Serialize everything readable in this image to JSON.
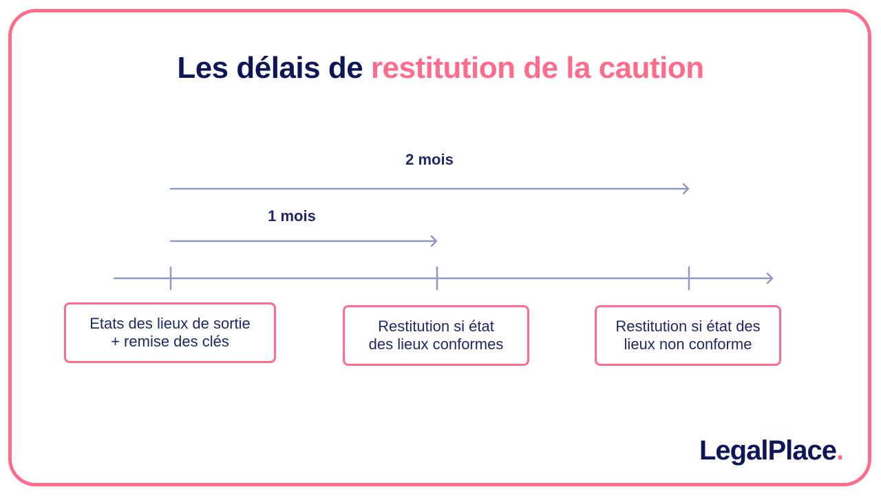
{
  "title": {
    "part1": "Les délais de ",
    "part2": "restitution de la caution"
  },
  "colors": {
    "navy": "#0f1657",
    "pink": "#ff6b8a",
    "line": "#9097c8",
    "label_text": "#1f2766"
  },
  "durations": [
    {
      "label": "2 mois",
      "from_event": 0,
      "to_event": 2
    },
    {
      "label": "1 mois",
      "from_event": 0,
      "to_event": 1
    }
  ],
  "timeline": {
    "events": [
      {
        "lines": [
          "Etats des lieux de sortie",
          "+ remise des clés"
        ]
      },
      {
        "lines": [
          "Restitution si état",
          "des lieux conformes"
        ]
      },
      {
        "lines": [
          "Restitution si état des",
          "lieux non conforme"
        ]
      }
    ]
  },
  "logo": {
    "text": "LegalPlace",
    "dot": "."
  }
}
